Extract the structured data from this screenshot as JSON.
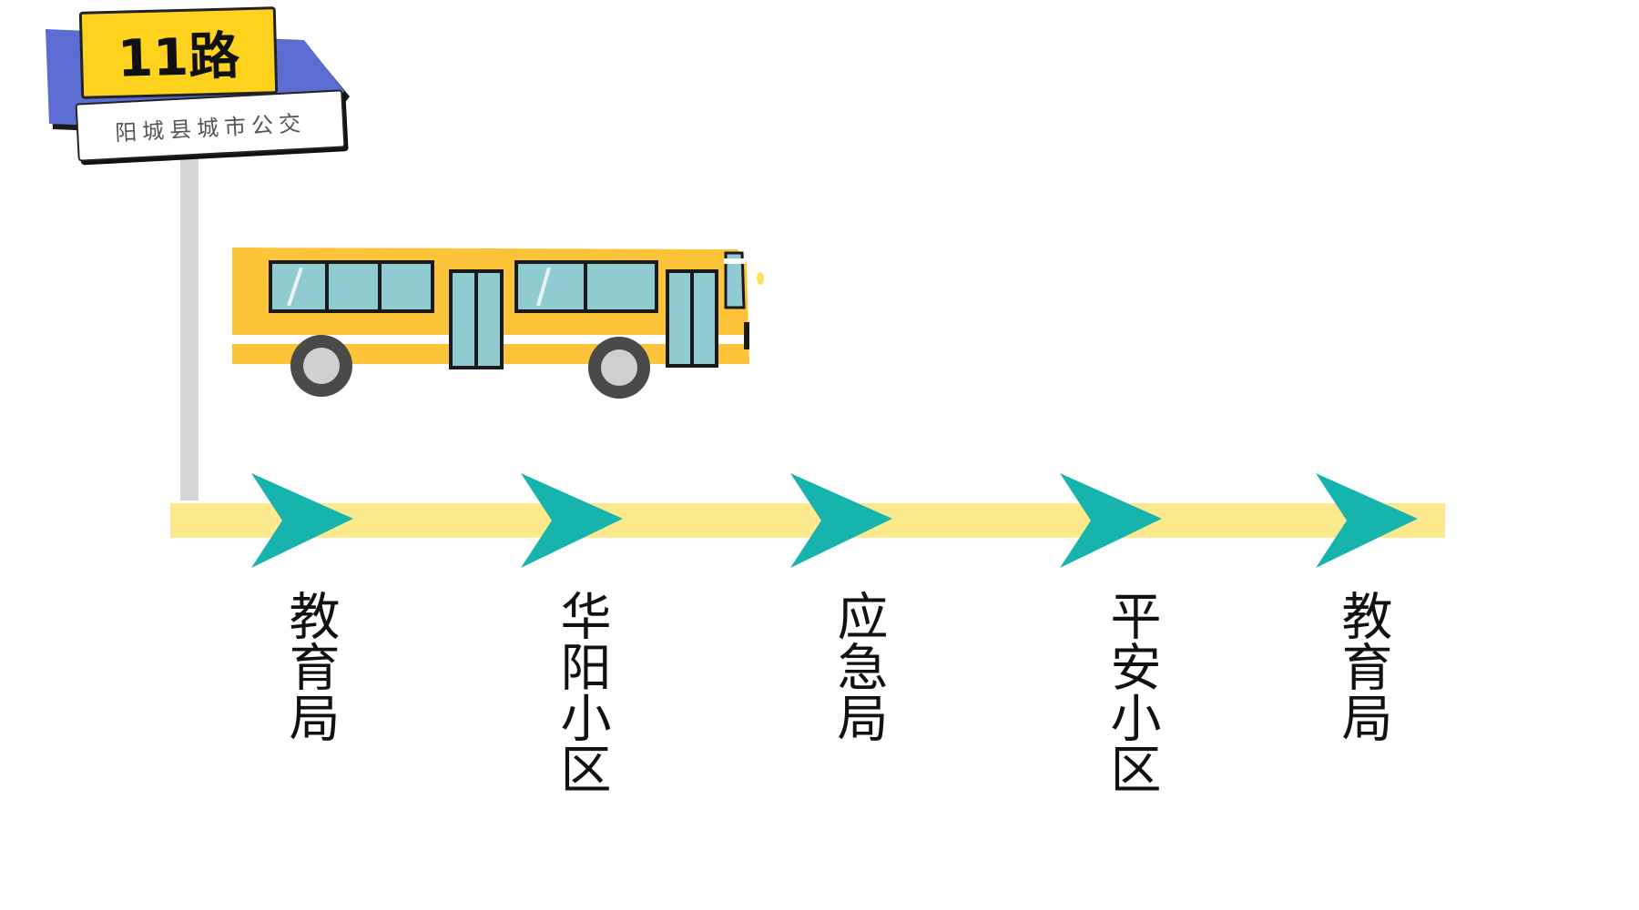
{
  "sign": {
    "route_number": "11路",
    "operator": "阳城县城市公交",
    "colors": {
      "board": "#5b6cd3",
      "label": "#ffd21e",
      "pole": "#d5d5d5"
    }
  },
  "bus": {
    "icon": "bus-icon",
    "colors": {
      "body": "#fdc43a",
      "stripe": "#ffffff",
      "window": "#8fcbd0"
    }
  },
  "route": {
    "line_color": "#fde98d",
    "arrow_color": "#17b4ad",
    "stops": [
      {
        "name": "教育局"
      },
      {
        "name": "华阳小区"
      },
      {
        "name": "应急局"
      },
      {
        "name": "平安小区"
      },
      {
        "name": "教育局"
      }
    ]
  }
}
